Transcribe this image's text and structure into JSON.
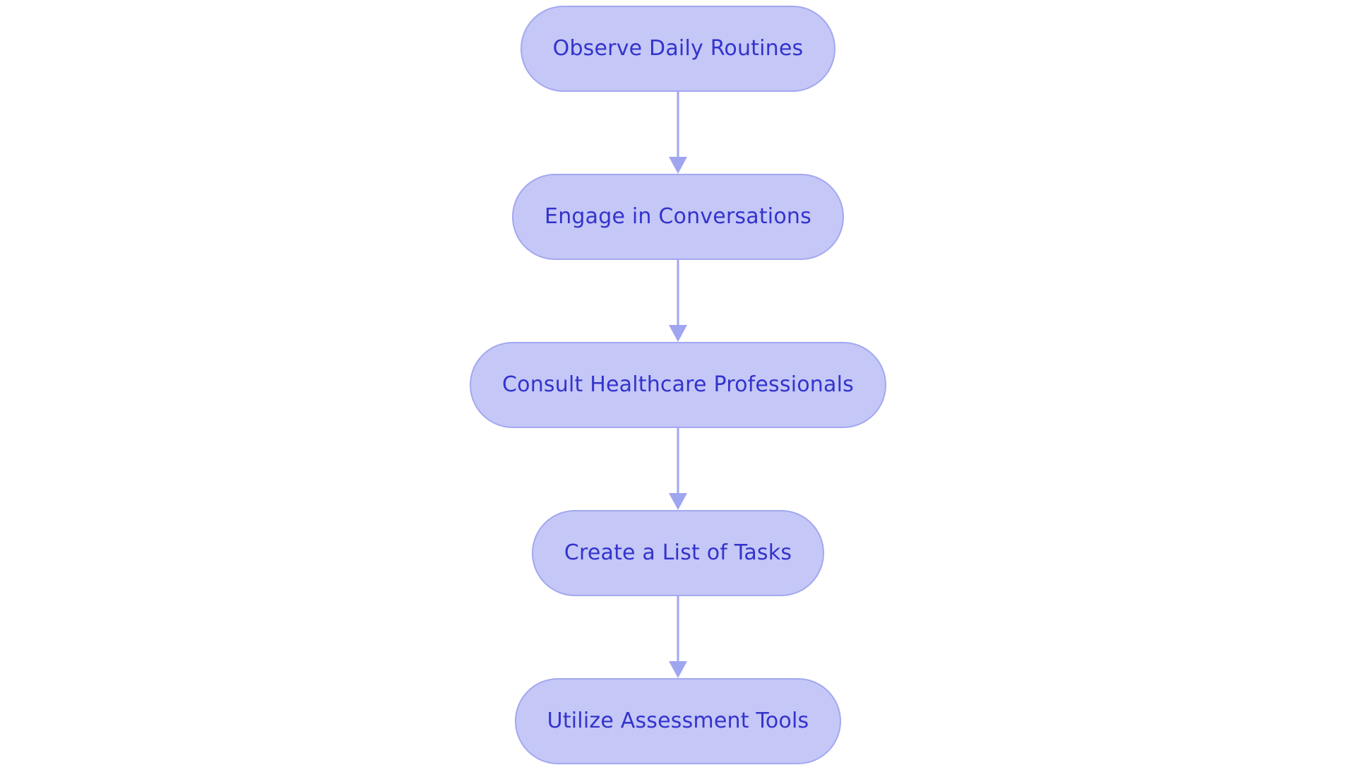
{
  "diagram": {
    "type": "flowchart",
    "orientation": "top-to-bottom",
    "title": "",
    "background_color": "#ffffff",
    "node_style": {
      "shape": "rounded-pill",
      "fill_color": "#c5c7f7",
      "border_color": "#a3a8ef",
      "text_color": "#3333cc"
    },
    "edge_style": {
      "line_color": "#9fa6ef",
      "arrowhead": "filled-triangle"
    },
    "nodes": [
      {
        "id": "node-1",
        "label": "Observe Daily Routines"
      },
      {
        "id": "node-2",
        "label": "Engage in Conversations"
      },
      {
        "id": "node-3",
        "label": "Consult Healthcare Professionals"
      },
      {
        "id": "node-4",
        "label": "Create a List of Tasks"
      },
      {
        "id": "node-5",
        "label": "Utilize Assessment Tools"
      }
    ],
    "edges": [
      {
        "id": "edge-1",
        "from": "node-1",
        "to": "node-2",
        "label": ""
      },
      {
        "id": "edge-2",
        "from": "node-2",
        "to": "node-3",
        "label": ""
      },
      {
        "id": "edge-3",
        "from": "node-3",
        "to": "node-4",
        "label": ""
      },
      {
        "id": "edge-4",
        "from": "node-4",
        "to": "node-5",
        "label": ""
      }
    ]
  }
}
